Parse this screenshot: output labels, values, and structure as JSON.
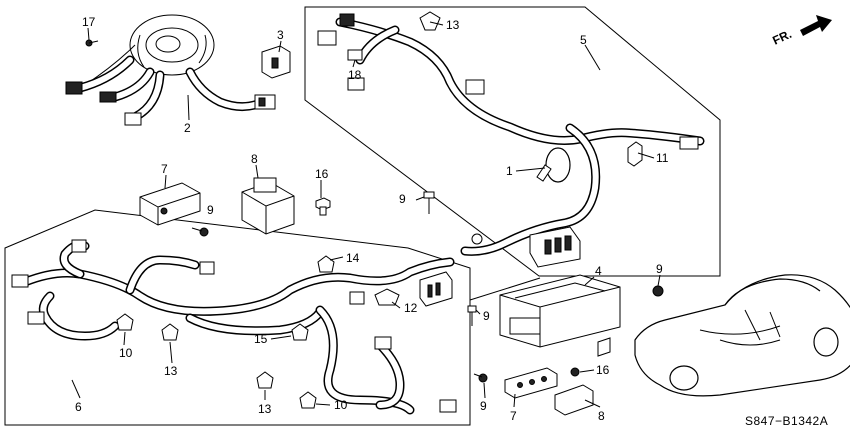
{
  "diagram": {
    "direction": "FR.",
    "code": "S847−B1342A",
    "callouts": [
      "17",
      "3",
      "2",
      "13",
      "18",
      "5",
      "1",
      "11",
      "7",
      "8",
      "16",
      "9",
      "9",
      "14",
      "4",
      "9",
      "12",
      "9",
      "15",
      "10",
      "13",
      "13",
      "10",
      "6",
      "9",
      "7",
      "16",
      "8"
    ]
  }
}
